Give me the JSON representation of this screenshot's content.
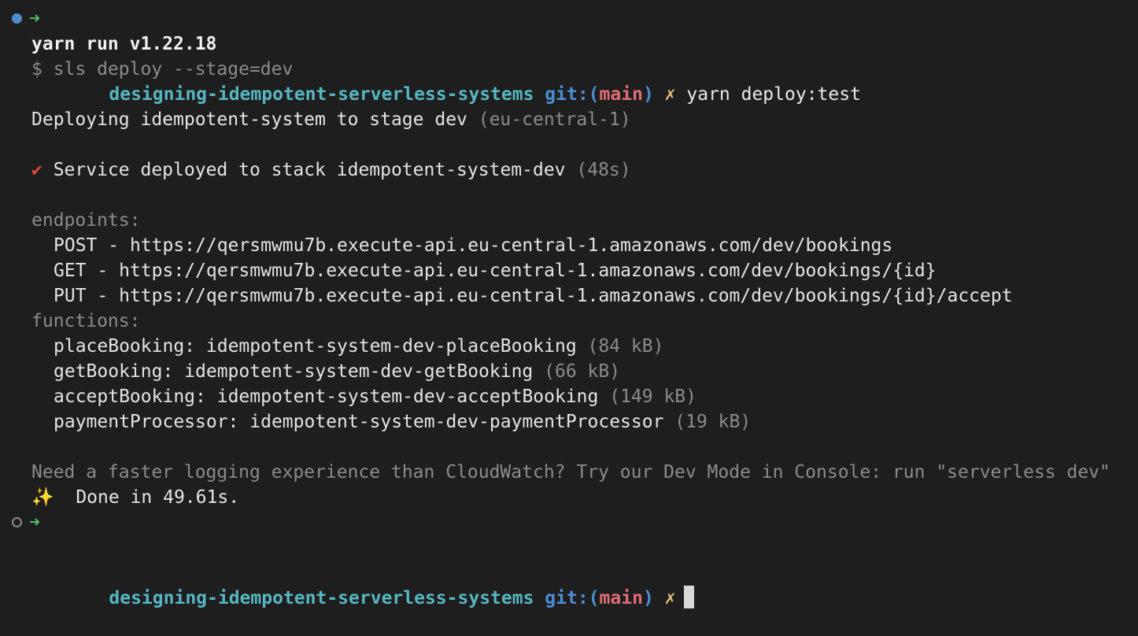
{
  "prompt1": {
    "directory": "designing-idempotent-serverless-systems",
    "git_label": "git:(",
    "branch": "main",
    "git_close": ")",
    "dirty_marker": "✗",
    "command": "yarn deploy:test"
  },
  "yarn_version": "yarn run v1.22.18",
  "sls_command": "$ sls deploy --stage=dev",
  "deploying": {
    "text": "Deploying idempotent-system to stage dev ",
    "region": "(eu-central-1)"
  },
  "deployed": {
    "check": "✔",
    "text": " Service deployed to stack idempotent-system-dev ",
    "duration": "(48s)"
  },
  "endpoints": {
    "heading": "endpoints:",
    "items": [
      {
        "method": "POST",
        "sep": " - ",
        "url": "https://qersmwmu7b.execute-api.eu-central-1.amazonaws.com/dev/bookings"
      },
      {
        "method": "GET",
        "sep": " - ",
        "url": "https://qersmwmu7b.execute-api.eu-central-1.amazonaws.com/dev/bookings/{id}"
      },
      {
        "method": "PUT",
        "sep": " - ",
        "url": "https://qersmwmu7b.execute-api.eu-central-1.amazonaws.com/dev/bookings/{id}/accept"
      }
    ]
  },
  "functions": {
    "heading": "functions:",
    "items": [
      {
        "name": "placeBooking: ",
        "full": "idempotent-system-dev-placeBooking ",
        "size": "(84 kB)"
      },
      {
        "name": "getBooking: ",
        "full": "idempotent-system-dev-getBooking ",
        "size": "(66 kB)"
      },
      {
        "name": "acceptBooking: ",
        "full": "idempotent-system-dev-acceptBooking ",
        "size": "(149 kB)"
      },
      {
        "name": "paymentProcessor: ",
        "full": "idempotent-system-dev-paymentProcessor ",
        "size": "(19 kB)"
      }
    ]
  },
  "notice": "Need a faster logging experience than CloudWatch? Try our Dev Mode in Console: run \"serverless dev\"",
  "done": {
    "sparkle": "✨",
    "text": "  Done in 49.61s."
  },
  "prompt2": {
    "directory": "designing-idempotent-serverless-systems",
    "git_label": "git:(",
    "branch": "main",
    "git_close": ")",
    "dirty_marker": "✗"
  },
  "colors": {
    "background": "#1e1e1e",
    "directory": "#56b6c2",
    "git": "#4c8dd6",
    "branch": "#e06c75",
    "dirty": "#e5c07b",
    "arrow": "#4fc266",
    "check": "#e0463d",
    "muted": "#8b8b8b"
  },
  "icons": {
    "prompt_arrow": "right-arrow-icon",
    "status_dot_active": "filled-circle-icon",
    "status_dot_idle": "hollow-circle-icon"
  }
}
